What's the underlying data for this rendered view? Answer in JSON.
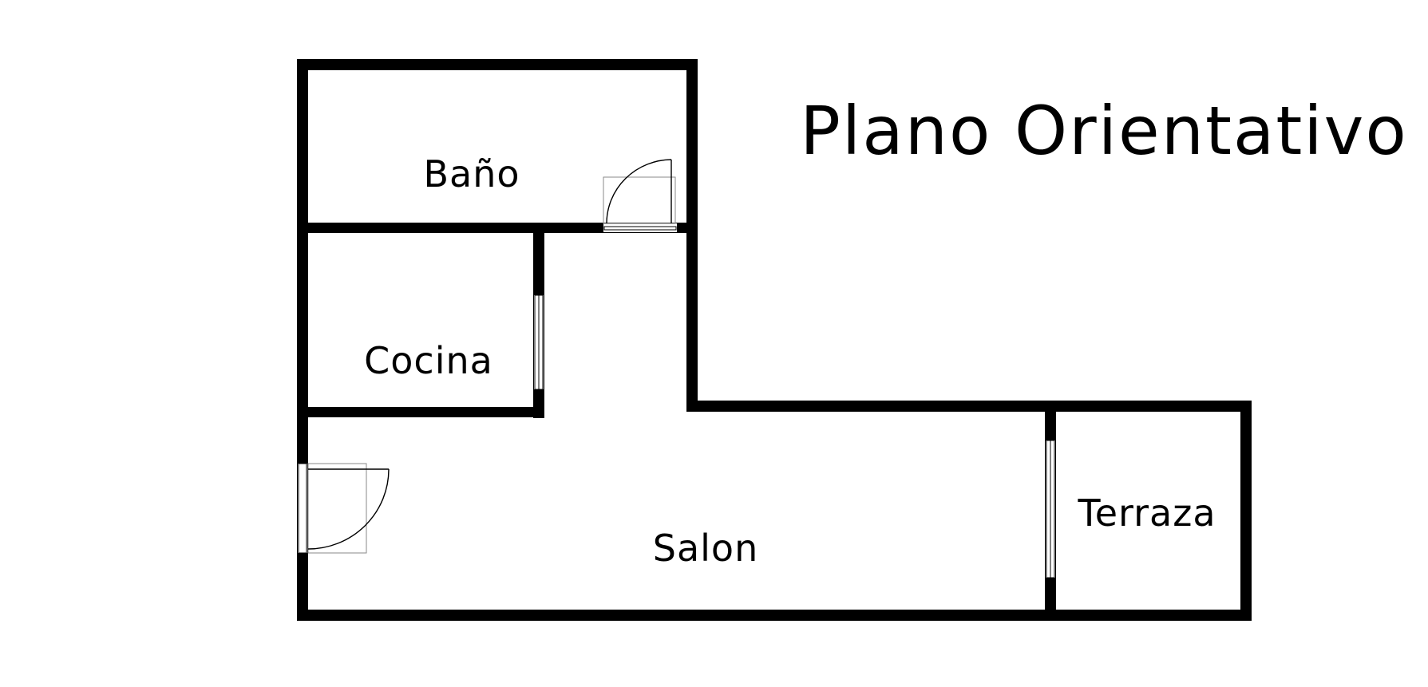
{
  "title": "Plano Orientativo",
  "rooms": {
    "bano": "Baño",
    "cocina": "Cocina",
    "salon": "Salon",
    "terraza": "Terraza"
  },
  "colors": {
    "wall": "#000000",
    "background": "#ffffff",
    "door_leaf": "#8a8a8a"
  },
  "icons": {
    "door_bano": "door-swing-icon",
    "door_entrance": "door-swing-icon",
    "window_cocina": "window-icon",
    "window_terraza": "window-icon"
  }
}
